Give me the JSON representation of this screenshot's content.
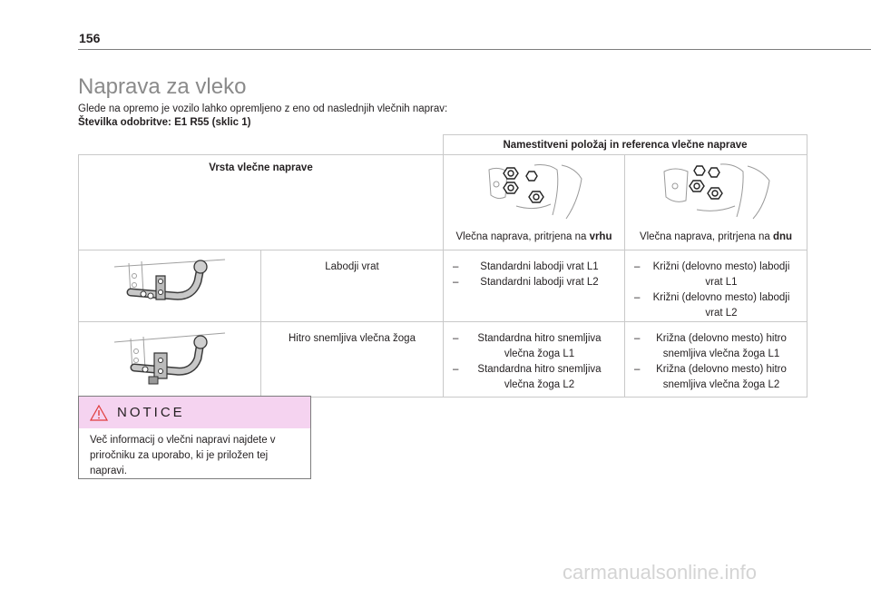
{
  "page": {
    "number": "156",
    "title": "Naprava za vleko",
    "intro": "Glede na opremo je vozilo lahko opremljeno z eno od naslednjih vlečnih naprav:",
    "approval": "Številka odobritve: E1 R55 (sklic 1)"
  },
  "table": {
    "position_header": "Namestitveni položaj in referenca vlečne naprave",
    "type_header": "Vrsta vlečne naprave",
    "pos_top": {
      "text": "Vlečna naprava, pritrjena na ",
      "bold": "vrhu"
    },
    "pos_bottom": {
      "text": "Vlečna naprava, pritrjena na ",
      "bold": "dnu"
    },
    "rows": [
      {
        "name": "Labodji vrat",
        "top_items": [
          "Standardni labodji vrat L1",
          "Standardni labodji vrat L2"
        ],
        "bottom_items": [
          "Križni (delovno mesto) labodji vrat L1",
          "Križni (delovno mesto) labodji vrat L2"
        ]
      },
      {
        "name": "Hitro snemljiva vlečna žoga",
        "top_items": [
          "Standardna hitro snemljiva vlečna žoga L1",
          "Standardna hitro snemljiva vlečna žoga L2"
        ],
        "bottom_items": [
          "Križna (delovno mesto) hitro snemljiva vlečna žoga L1",
          "Križna (delovno mesto) hitro snemljiva vlečna žoga L2"
        ]
      }
    ],
    "dash": "–"
  },
  "notice": {
    "title": "NOTICE",
    "body": "Več informacij o vlečni napravi najdete v priročniku za uporabo, ki je priložen tej napravi.",
    "accent": "#f5d3f0",
    "icon": "warning-triangle-icon"
  },
  "watermark": "carmanualsonline.info"
}
